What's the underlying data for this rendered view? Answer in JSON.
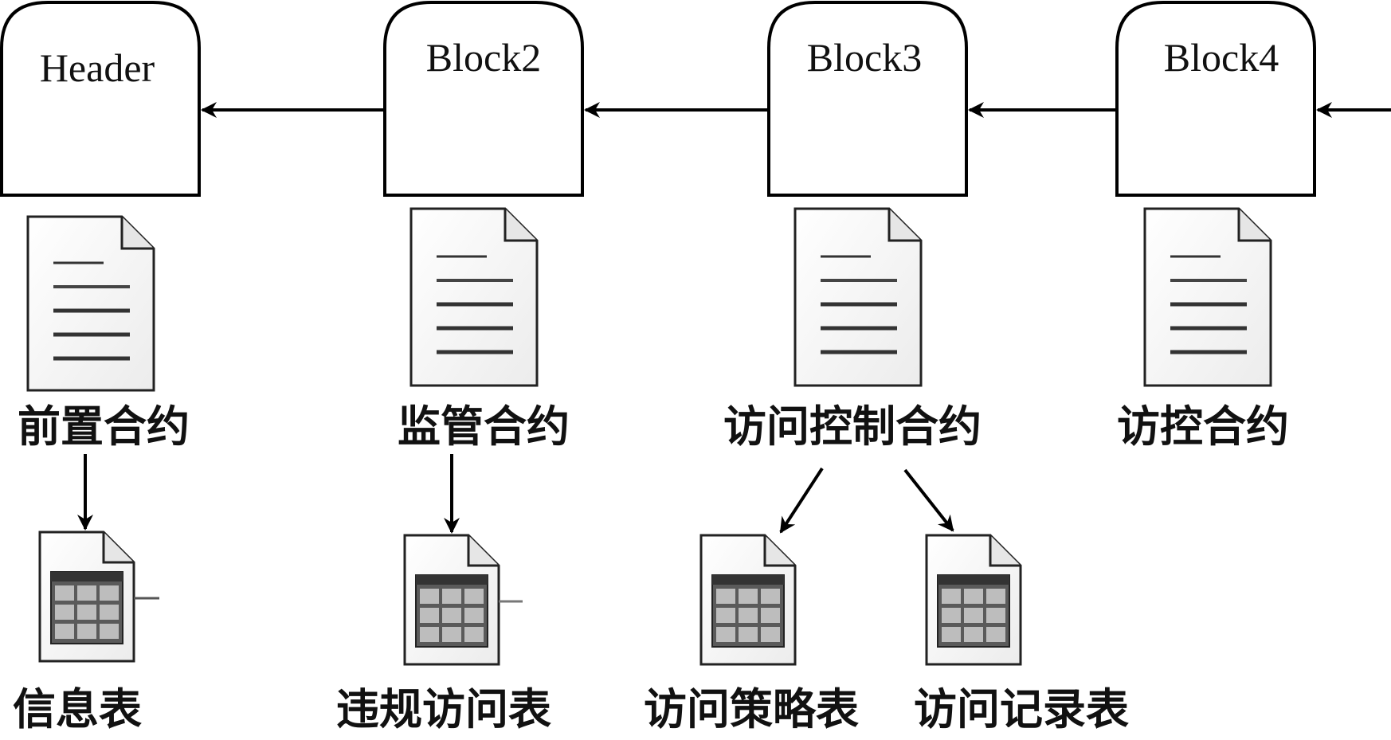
{
  "blocks": [
    {
      "label": "Header"
    },
    {
      "label": "Block2"
    },
    {
      "label": "Block3"
    },
    {
      "label": "Block4"
    }
  ],
  "contracts": [
    {
      "label": "前置合约"
    },
    {
      "label": "监管合约"
    },
    {
      "label": "访问控制合约"
    },
    {
      "label": "访控合约"
    }
  ],
  "tables": [
    {
      "label": "信息表"
    },
    {
      "label": "违规访问表"
    },
    {
      "label": "访问策略表"
    },
    {
      "label": "访问记录表"
    }
  ]
}
